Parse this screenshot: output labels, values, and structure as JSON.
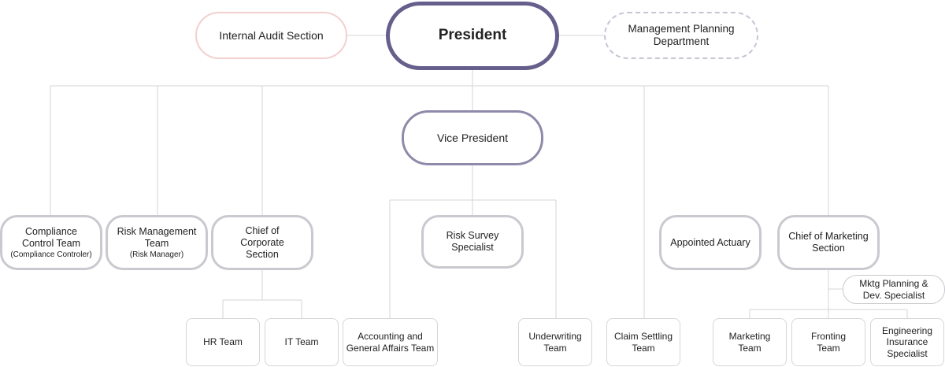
{
  "org_chart": {
    "president": "President",
    "internal_audit": "Internal Audit Section",
    "management_planning": "Management Planning\nDepartment",
    "vice_president": "Vice President",
    "compliance_team": "Compliance\nControl Team",
    "compliance_sub": "(Compliance Controler)",
    "risk_team": "Risk Management\nTeam",
    "risk_sub": "(Risk Manager)",
    "chief_corporate": "Chief of\nCorporate\nSection",
    "risk_survey": "Risk Survey\nSpecialist",
    "appointed_actuary": "Appointed Actuary",
    "chief_marketing": "Chief of Marketing\nSection",
    "mktg_planning": "Mktg Planning &\nDev. Specialist",
    "hr_team": "HR Team",
    "it_team": "IT Team",
    "accounting_team": "Accounting and\nGeneral Affairs Team",
    "underwriting_team": "Underwriting\nTeam",
    "claim_team": "Claim Settling\nTeam",
    "marketing_team": "Marketing\nTeam",
    "fronting_team": "Fronting\nTeam",
    "engineering_specialist": "Engineering\nInsurance\nSpecialist"
  },
  "colors": {
    "president_border": "#665f8c",
    "vp_border": "#8f89aa",
    "audit_border": "#f3d0cf",
    "mgmt_border": "#c7c5d5",
    "box_border": "#c9c9cf",
    "connector": "#d4d4d8"
  }
}
